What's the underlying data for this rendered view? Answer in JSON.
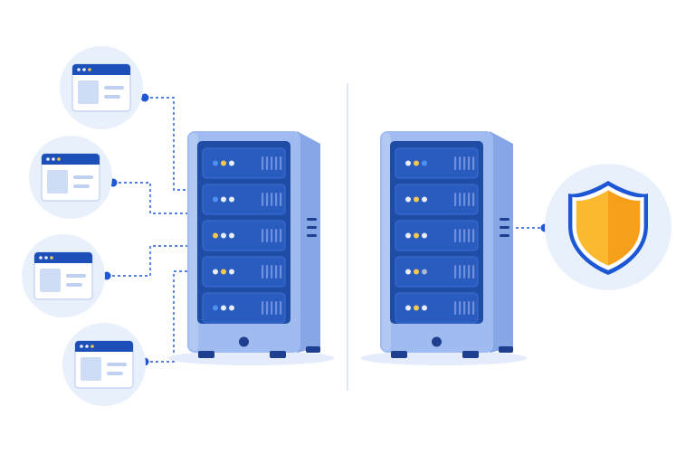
{
  "colors": {
    "background": "#ffffff",
    "circle_fill": "#e8f0fc",
    "window_titlebar": "#1d4fb8",
    "window_body": "#ffffff",
    "window_image": "#cfdcf5",
    "window_line": "#bfd0f0",
    "server_body": "#9fbbef",
    "server_body_light": "#b8cdf4",
    "server_side": "#86a6e6",
    "server_front": "#1f4da6",
    "server_bay": "#2a5cc0",
    "server_bay_border": "#3a6ed4",
    "vent": "#6f8fd8",
    "led_blue": "#4f8ff0",
    "led_yellow": "#f5c74a",
    "led_white": "#e6eefc",
    "led_gray": "#a9b8d3",
    "foot": "#1e3f8f",
    "shadow": "#e4ecfb",
    "connector": "#1d57d6",
    "divider": "#d3def5",
    "shield_outer": "#1d57d6",
    "shield_rim": "#ffffff",
    "shield_left": "#fbb92f",
    "shield_right": "#f59f1a"
  },
  "icons": {
    "client_windows": [
      "browser-window-icon",
      "browser-window-icon",
      "browser-window-icon",
      "browser-window-icon"
    ],
    "servers": [
      "server-rack-icon",
      "server-rack-icon"
    ],
    "security": "shield-icon"
  },
  "left_server_leds": [
    [
      "blue",
      "yellow",
      "white"
    ],
    [
      "blue",
      "white",
      "white"
    ],
    [
      "yellow",
      "white",
      "white"
    ],
    [
      "white",
      "yellow",
      "white"
    ],
    [
      "blue",
      "white",
      "white"
    ]
  ],
  "right_server_leds": [
    [
      "white",
      "yellow",
      "blue"
    ],
    [
      "white",
      "yellow",
      "white"
    ],
    [
      "white",
      "yellow",
      "white"
    ],
    [
      "white",
      "yellow",
      "gray"
    ],
    [
      "white",
      "yellow",
      "white"
    ]
  ]
}
